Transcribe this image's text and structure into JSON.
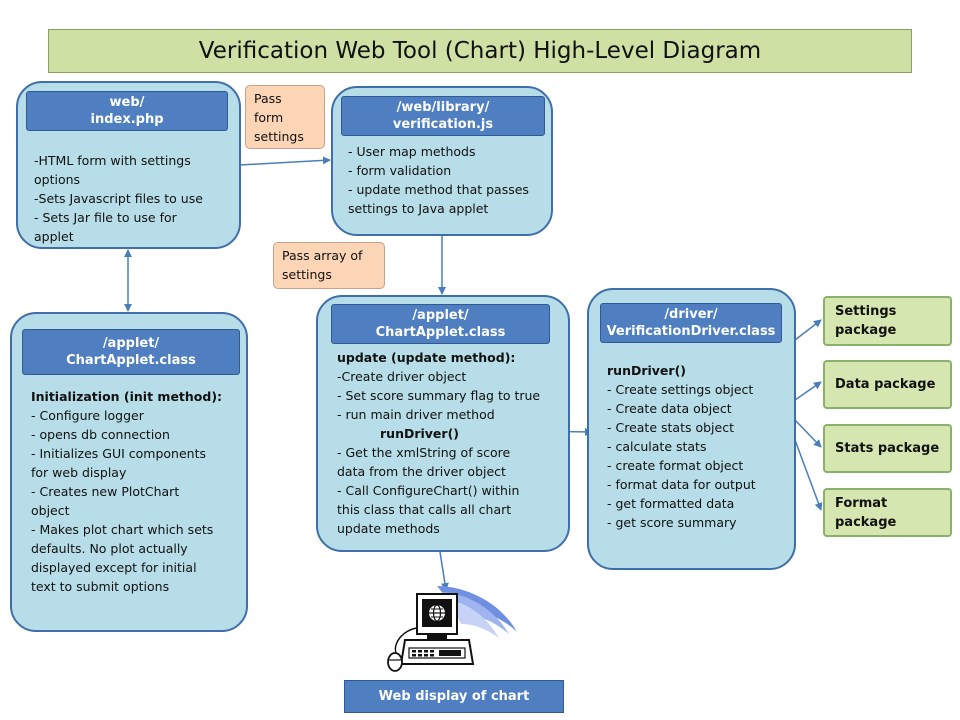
{
  "title": "Verification Web Tool (Chart) High-Level Diagram",
  "nodes": {
    "web_index": {
      "header": [
        "web/",
        "index.php"
      ],
      "lines": [
        "-HTML form  with settings",
        "options",
        "-Sets Javascript files to use",
        "- Sets Jar file to use for",
        "applet"
      ]
    },
    "web_library": {
      "header": [
        "/web/library/",
        "verification.js"
      ],
      "lines": [
        "- User map methods",
        "- form  validation",
        "- update method that passes",
        "settings to Java applet"
      ]
    },
    "applet_left": {
      "header": [
        "/applet/",
        "ChartApplet.class"
      ],
      "heading": "Initialization (init method):",
      "lines": [
        "- Configure logger",
        "- opens db connection",
        "- Initializes GUI components",
        "for web display",
        "- Creates new PlotChart",
        "object",
        "- Makes plot chart  which sets",
        "defaults. No plot actually",
        "displayed except for initial",
        "text to submit  options"
      ]
    },
    "applet_center": {
      "header": [
        "/applet/",
        "ChartApplet.class"
      ],
      "heading": "update (update method):",
      "lines_top": [
        "-Create driver object",
        "- Set score summary  flag to true",
        "- run main driver method"
      ],
      "method": "runDriver()",
      "lines_bottom": [
        "- Get the xmlString of score",
        "data from the driver object",
        "- Call ConfigureChart() within",
        "this class that calls all chart",
        "update methods"
      ]
    },
    "driver": {
      "header": [
        "/driver/",
        "VerificationDriver.class"
      ],
      "heading": "runDriver()",
      "lines": [
        "- Create settings object",
        "- Create data object",
        "- Create stats object",
        "- calculate stats",
        "- create format  object",
        "- format data for output",
        "- get formatted data",
        "- get score summary"
      ]
    }
  },
  "notes": {
    "pass_form": [
      "Pass",
      "form",
      "settings"
    ],
    "pass_array": [
      "Pass array of",
      "settings"
    ]
  },
  "packages": [
    [
      "Settings",
      "package"
    ],
    [
      "Data package"
    ],
    [
      "Stats package"
    ],
    [
      "Format",
      "package"
    ]
  ],
  "footer": "Web display  of chart",
  "colors": {
    "node_fill": "#b7dde8",
    "node_border": "#3f6fa8",
    "header_fill": "#4f7fc0",
    "title_fill": "#cfe0a4",
    "note_fill": "#fbd5b5",
    "package_fill": "#d6e6b1",
    "connector": "#4a7ebb"
  },
  "icons": [
    "computer-icon",
    "globe-icon",
    "mouse-icon"
  ]
}
